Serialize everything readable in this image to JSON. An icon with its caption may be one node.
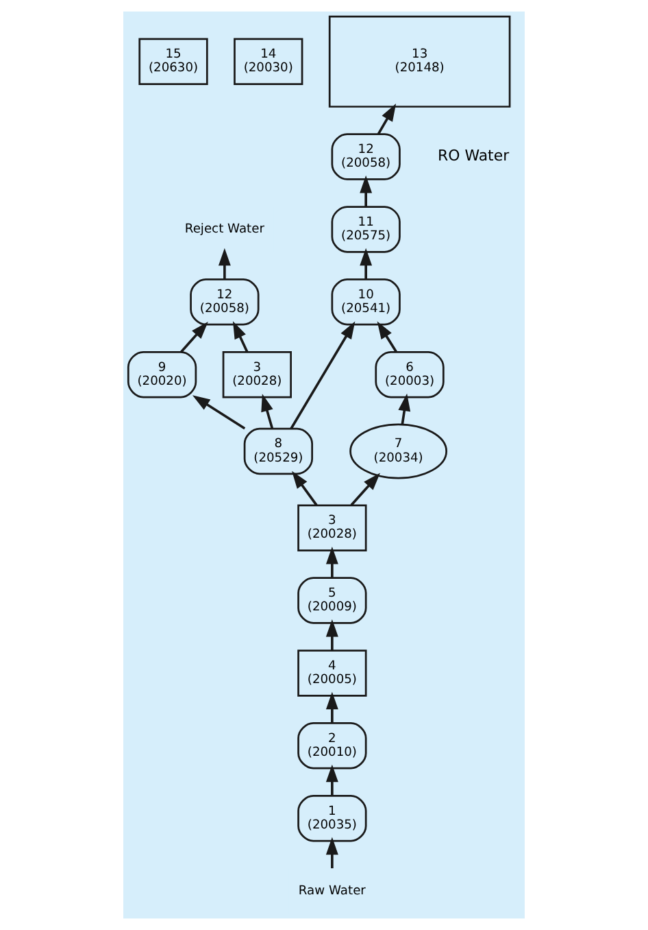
{
  "diagram": {
    "nodes": [
      {
        "text": [
          "Raw Water"
        ]
      },
      {
        "text": [
          "1",
          "(20035)"
        ]
      },
      {
        "text": [
          "2",
          "(20010)"
        ]
      },
      {
        "text": [
          "4",
          "(20005)"
        ]
      },
      {
        "text": [
          "5",
          "(20009)"
        ]
      },
      {
        "text": [
          "3",
          "(20028)"
        ]
      },
      {
        "text": [
          "8",
          "(20529)"
        ]
      },
      {
        "text": [
          "7",
          "(20034)"
        ]
      },
      {
        "text": [
          "6",
          "(20003)"
        ]
      },
      {
        "text": [
          "10",
          "(20541)"
        ]
      },
      {
        "text": [
          "11",
          "(20575)"
        ]
      },
      {
        "text": [
          "12",
          "(20058)"
        ]
      },
      {
        "text": [
          "13",
          "(20148)"
        ]
      },
      {
        "text": [
          "14",
          "(20030)"
        ]
      },
      {
        "text": [
          "15",
          "(20630)"
        ]
      },
      {
        "text": [
          "9",
          "(20020)"
        ]
      },
      {
        "text": [
          "3",
          "(20028)"
        ]
      },
      {
        "text": [
          "12",
          "(20058)"
        ]
      },
      {
        "text": [
          "Reject Water"
        ]
      }
    ],
    "edges": [
      {
        "from": 0,
        "to": 1,
        "arrow": "to"
      },
      {
        "from": 1,
        "to": 2,
        "arrow": "to"
      },
      {
        "from": 2,
        "to": 3,
        "arrow": "to"
      },
      {
        "from": 3,
        "to": 4,
        "arrow": "to"
      },
      {
        "from": 4,
        "to": 5,
        "arrow": "to"
      },
      {
        "from": 5,
        "to": 6,
        "arrow": "to"
      },
      {
        "from": 5,
        "to": 7,
        "arrow": "to"
      },
      {
        "from": 7,
        "to": 8,
        "arrow": "to"
      },
      {
        "from": 6,
        "to": 9,
        "arrow": "to"
      },
      {
        "from": 8,
        "to": 9,
        "arrow": "to"
      },
      {
        "from": 9,
        "to": 10,
        "arrow": "to"
      },
      {
        "from": 10,
        "to": 11,
        "arrow": "to"
      },
      {
        "from": 11,
        "to": 12,
        "arrow": "to"
      },
      {
        "from": 6,
        "to": 15,
        "arrow": "to"
      },
      {
        "from": 6,
        "to": 16,
        "arrow": "to"
      },
      {
        "from": 15,
        "to": 17,
        "arrow": "to"
      },
      {
        "from": 16,
        "to": 17,
        "arrow": "to"
      },
      {
        "from": 17,
        "to": 18,
        "arrow": "to"
      }
    ],
    "labels": [
      "RO Water"
    ]
  }
}
